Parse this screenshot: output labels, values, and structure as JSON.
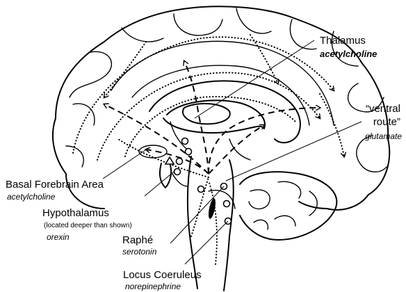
{
  "labels": {
    "thalamus": {
      "name": "Thalamus",
      "transmitter": "acetylcholine"
    },
    "ventral_route": {
      "line1": "“ventral",
      "line2": "route”",
      "transmitter": "glutamate"
    },
    "basal_forebrain": {
      "name": "Basal Forebrain Area",
      "transmitter": "acetylcholine"
    },
    "hypothalamus": {
      "name": "Hypothalamus",
      "note": "(located deeper than shown)",
      "transmitter": "orexin"
    },
    "raphe": {
      "name": "Raphé",
      "transmitter": "serotonin"
    },
    "locus_coeruleus": {
      "name": "Locus Coeruleus",
      "transmitter": "norepinephrine"
    }
  },
  "colors": {
    "line": "#000000",
    "background": "#ffffff"
  }
}
